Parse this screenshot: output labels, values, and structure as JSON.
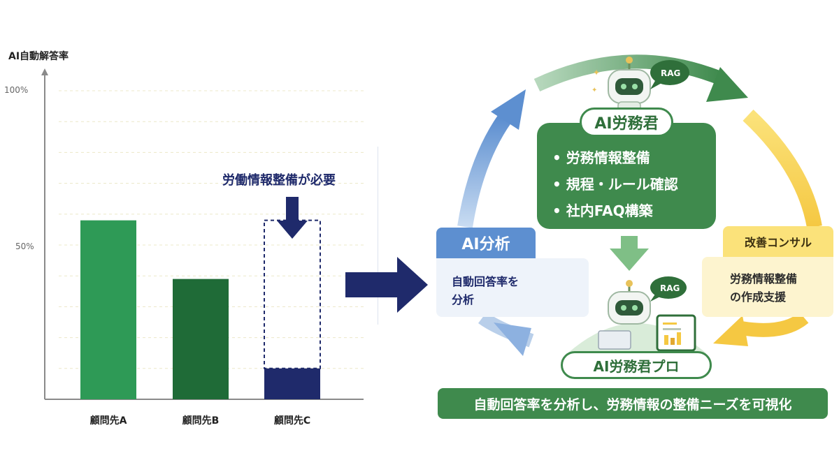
{
  "chart_data": {
    "type": "bar",
    "ylabel": "AI自動解答率",
    "ylim": [
      0,
      100
    ],
    "y_ticks": [
      "100%",
      "50%"
    ],
    "categories": [
      "顧問先A",
      "顧問先B",
      "顧問先C"
    ],
    "values": [
      58,
      39,
      10
    ],
    "bar_colors": [
      "#2e9a56",
      "#1f6b37",
      "#1f2a6b"
    ],
    "annotation": {
      "text": "労働情報整備が必要",
      "target": "顧問先C",
      "style": "dashed-outline"
    },
    "grid": "dashed"
  },
  "diagram": {
    "center": {
      "title": "AI労務君",
      "badge": "RAG",
      "items": [
        "• 労務情報整備",
        "• 規程・ルール確認",
        "• 社内FAQ構築"
      ]
    },
    "left": {
      "title": "AI分析",
      "lines": [
        "自動回答率を",
        "分析"
      ]
    },
    "right": {
      "title": "改善コンサル",
      "lines": [
        "労務情報整備",
        "の作成支援"
      ]
    },
    "bottom": {
      "title": "AI労務君プロ",
      "badge": "RAG"
    },
    "banner": "自動回答率を分析し、労務情報の整備ニーズを可視化"
  },
  "colors": {
    "green": "#3f8a4d",
    "blue": "#5d8fd0",
    "yellow": "#f5c842",
    "navy": "#1f2a6b"
  }
}
